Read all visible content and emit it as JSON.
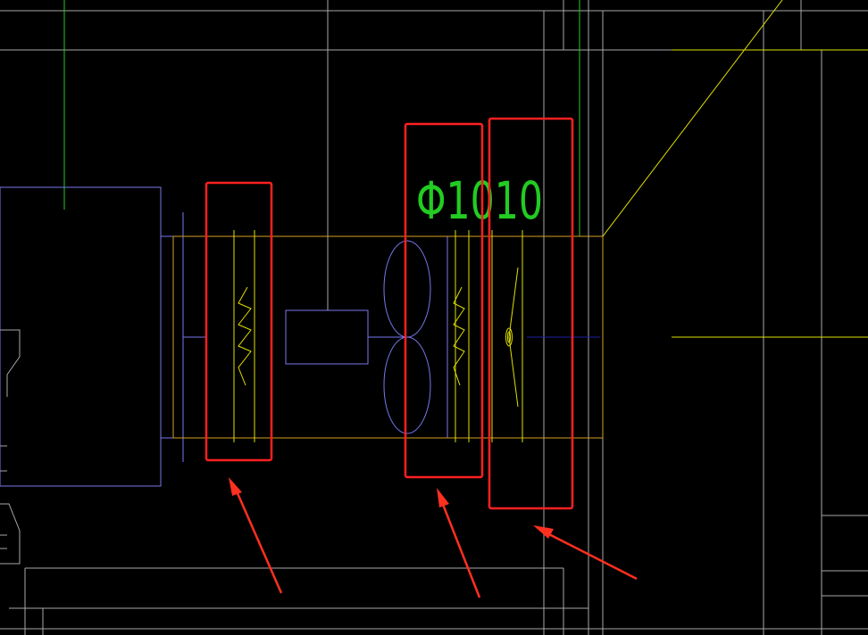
{
  "drawing": {
    "dimension_label": "Φ1010"
  },
  "colors": {
    "background": "#000000",
    "frame_lines": "#a8a8a8",
    "duct_outline": "#7777ee",
    "component_lines": "#e0e000",
    "orange_lines": "#d4a020",
    "green_lines": "#22cc22",
    "highlight_box": "#ff2020",
    "arrow": "#ff3020"
  },
  "icons": {
    "highlight_boxes": [
      "highlight-box-1",
      "highlight-box-2",
      "highlight-box-3"
    ],
    "arrows": [
      "arrow-1",
      "arrow-2",
      "arrow-3"
    ]
  }
}
